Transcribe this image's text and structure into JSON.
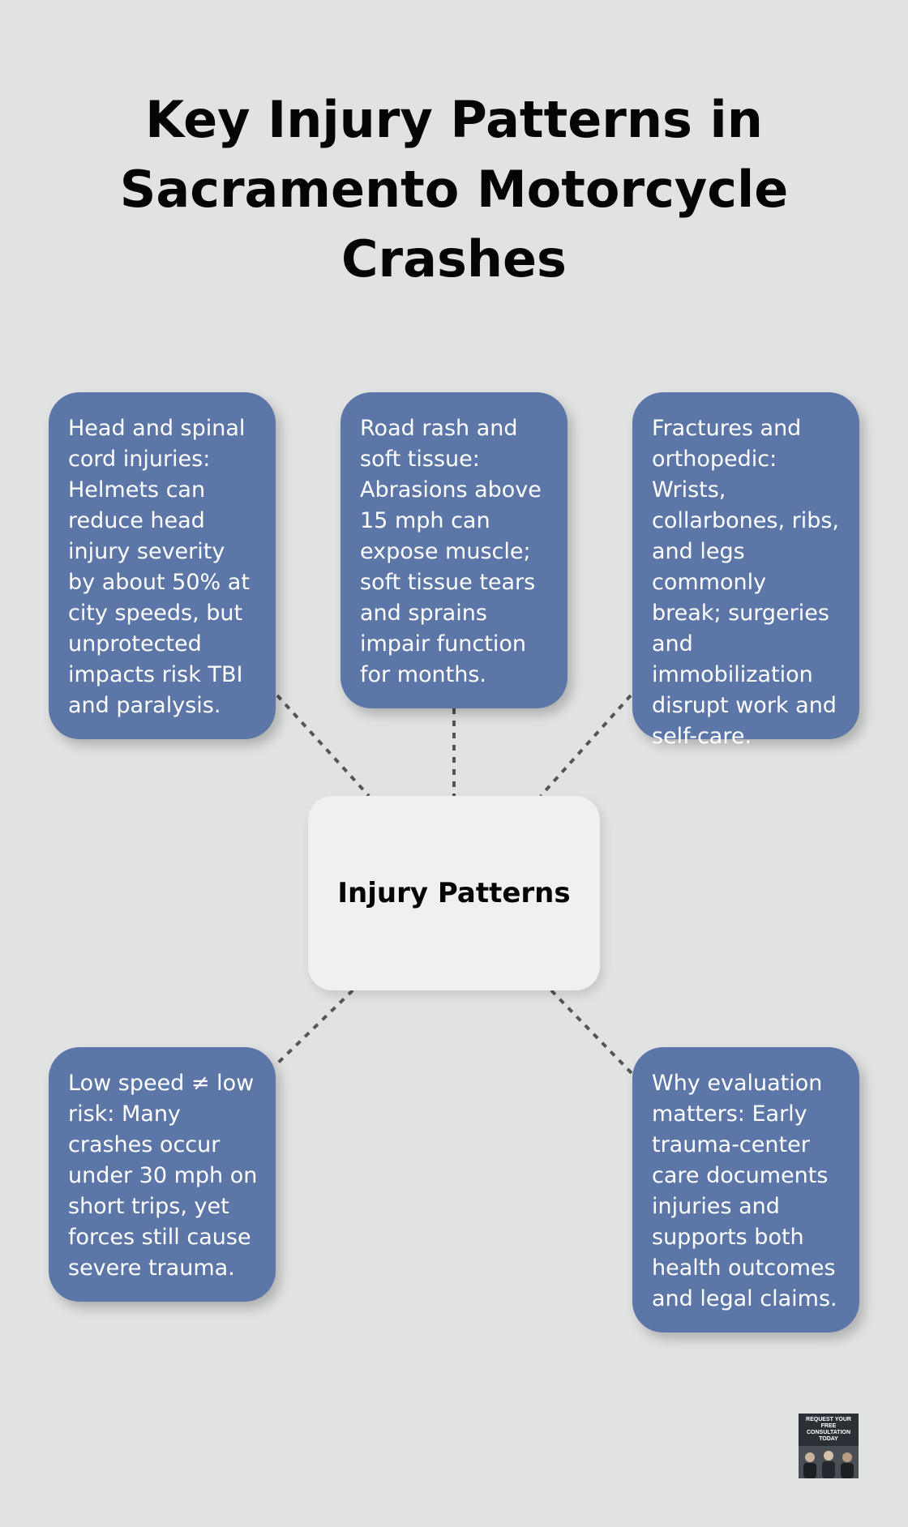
{
  "title": "Key Injury Patterns in Sacramento Motorcycle Crashes",
  "center_label": "Injury Patterns",
  "cards": [
    {
      "text": "Head and spinal cord injuries: Helmets can reduce head injury severity by about 50% at city speeds, but unprotected impacts risk TBI and paralysis."
    },
    {
      "text": "Road rash and soft tissue: Abrasions above 15 mph can expose muscle; soft tissue tears and sprains impair function for months."
    },
    {
      "text": "Fractures and orthopedic: Wrists, collarbones, ribs, and legs commonly break; surgeries and immobilization disrupt work and self-care."
    },
    {
      "text": "Low speed ≠ low risk: Many crashes occur under 30 mph on short trips, yet forces still cause severe trauma."
    },
    {
      "text": "Why evaluation matters: Early trauma-center care documents injuries and supports both health outcomes and legal claims."
    }
  ],
  "badge": {
    "text": "REQUEST YOUR FREE CONSULTATION TODAY"
  },
  "colors": {
    "background": "#e1e3e3",
    "card": "#5c76a8",
    "center": "#eff0f2",
    "connector": "#555555"
  }
}
